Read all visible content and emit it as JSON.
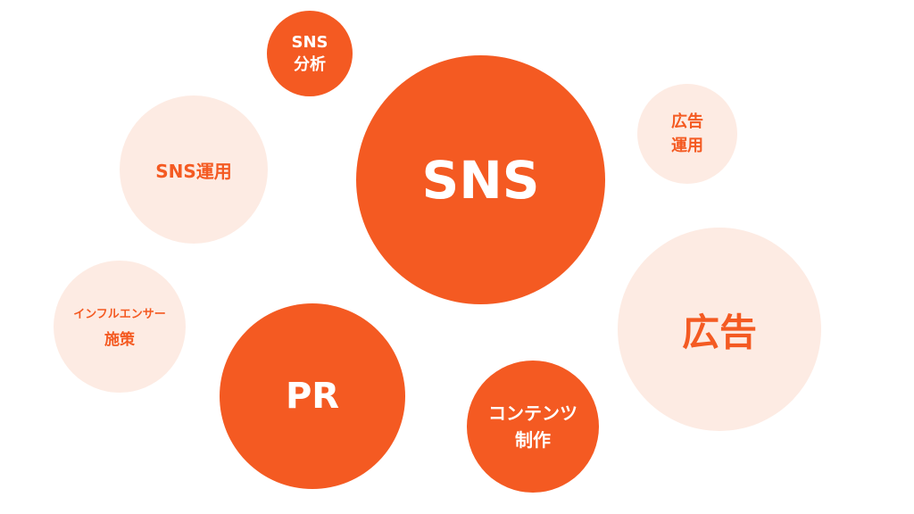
{
  "colors": {
    "accent": "#f45a22",
    "soft": "#fdebe3",
    "background": "#ffffff"
  },
  "bubbles": {
    "sns_main": {
      "lines": [
        "SNS"
      ]
    },
    "sns_analysis": {
      "lines": [
        "SNS",
        "分析"
      ]
    },
    "sns_ops": {
      "lines": [
        "SNS運用"
      ]
    },
    "influencer": {
      "lines": [
        "インフルエンサー",
        "施策"
      ]
    },
    "pr": {
      "lines": [
        "PR"
      ]
    },
    "content": {
      "lines": [
        "コンテンツ",
        "制作"
      ]
    },
    "ad_ops": {
      "lines": [
        "広告",
        "運用"
      ]
    },
    "ad": {
      "lines": [
        "広告"
      ]
    }
  }
}
